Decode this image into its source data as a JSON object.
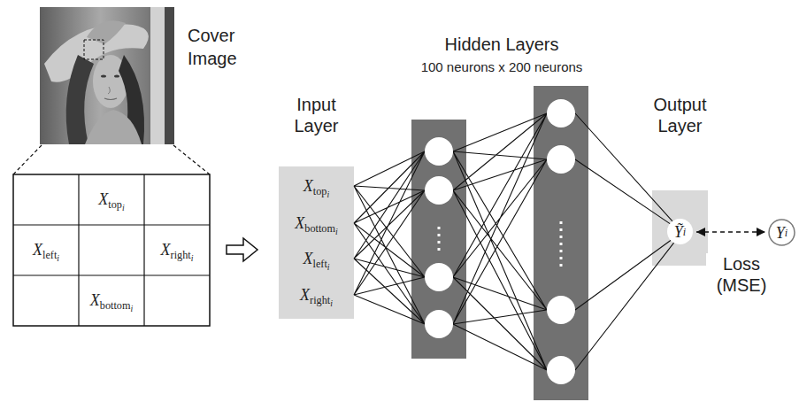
{
  "diagram": {
    "nodes": [
      {
        "text": [
          "Input Layer",
          "Xtopi",
          "Xbottomi",
          "Xlefti",
          "Xrighti"
        ]
      },
      {
        "text": [
          "Output Layer"
        ]
      },
      {
        "text": [
          "Ỹi"
        ],
        "in": 1
      },
      {
        "text": [
          "Yi"
        ]
      }
    ],
    "edges": [
      {
        "from": 2,
        "to": 3,
        "arrow": "both",
        "label": "Loss (MSE)"
      }
    ],
    "labels": [
      "Cover Image",
      "Xtopi",
      "Xlefti",
      "Xrighti",
      "Xbottomi",
      "Hidden Layers",
      "100 neurons x 200 neurons"
    ]
  }
}
